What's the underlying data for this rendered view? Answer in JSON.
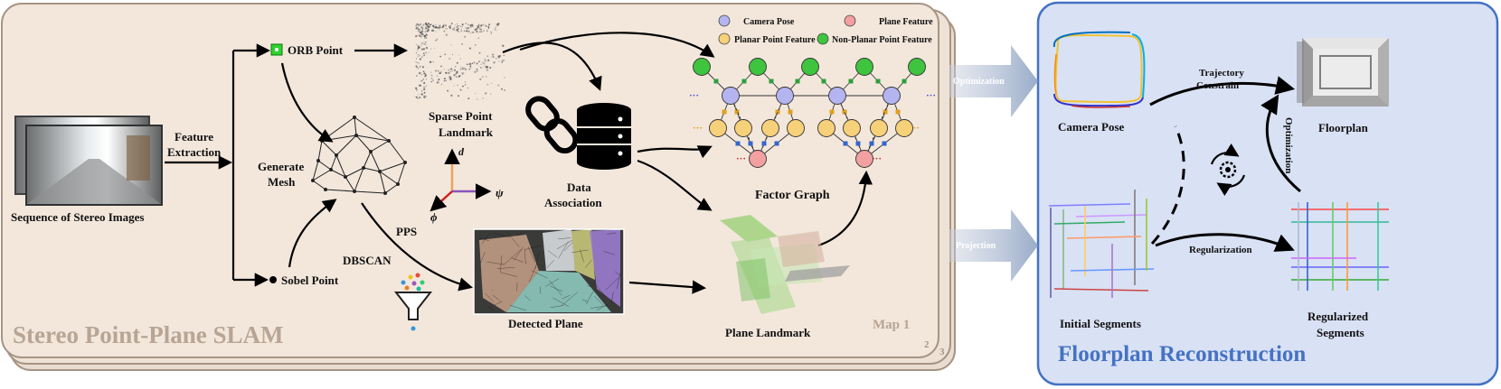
{
  "slam_panel": {
    "title": "Stereo Point-Plane SLAM",
    "map_label": "Map 1",
    "stack_numbers": [
      "2",
      "3"
    ],
    "colors": {
      "fill": "#f3e7dc",
      "border": "#a69484",
      "title": "#b7a595"
    }
  },
  "nodes": {
    "stereo_images": "Sequence of Stereo Images",
    "feature_extraction": [
      "Feature",
      "Extraction"
    ],
    "orb_point": "ORB Point",
    "sobel_point": "Sobel Point",
    "generate_mesh": [
      "Generate",
      "Mesh"
    ],
    "sparse_point_landmark": [
      "Sparse Point",
      "Landmark"
    ],
    "pps": "PPS",
    "dbscan": "DBSCAN",
    "detected_plane": "Detected Plane",
    "data_association": [
      "Data",
      "Association"
    ],
    "plane_landmark": "Plane Landmark",
    "factor_graph": "Factor Graph",
    "axes": {
      "d": "d",
      "psi": "ψ",
      "phi": "ϕ"
    }
  },
  "legend": {
    "camera_pose": "Camera Pose",
    "plane_feature": "Plane Feature",
    "planar_point_feature": "Planar Point Feature",
    "non_planar_point_feature": "Non-Planar Point Feature",
    "colors": {
      "camera": "#b4b4f0",
      "plane": "#f2a0a0",
      "planar": "#f7d07a",
      "nonplanar": "#3ec43e"
    }
  },
  "transitions": {
    "optimization": "Optimization",
    "projection": "Projection"
  },
  "floorplan_panel": {
    "title": "Floorplan Reconstruction",
    "camera_pose": "Camera Pose",
    "floorplan": "Floorplan",
    "initial_segments": "Initial Segments",
    "regularized_segments": [
      "Regularized",
      "Segments"
    ],
    "trajectory_constrain": [
      "Trajectory",
      "Constrain"
    ],
    "regularization": "Regularization",
    "optimization": "Optimization",
    "colors": {
      "fill": "#d9e1f4",
      "border": "#4472c4",
      "title": "#4472c4"
    }
  }
}
